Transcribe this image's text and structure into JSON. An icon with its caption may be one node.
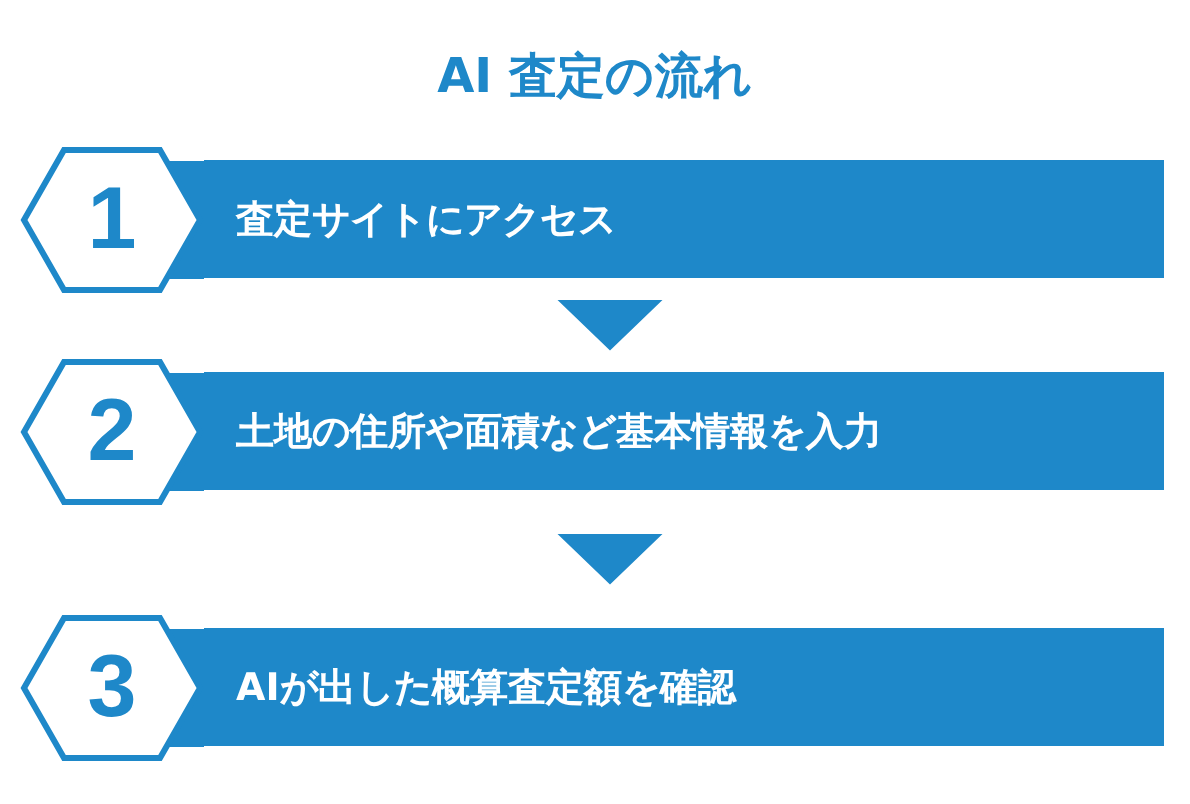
{
  "diagram": {
    "title": "AI 査定の流れ",
    "nodes": [
      {
        "text": [
          "1"
        ]
      },
      {
        "text": [
          "査定サイトにアクセス"
        ]
      },
      {
        "text": [
          "2"
        ]
      },
      {
        "text": [
          "土地の住所や面積など基本情報を入力"
        ]
      },
      {
        "text": [
          "3"
        ]
      },
      {
        "text": [
          "AIが出した概算査定額を確認"
        ]
      }
    ],
    "edges": [
      {
        "from": 1,
        "to": 3,
        "arrow": "to"
      },
      {
        "from": 3,
        "to": 5,
        "arrow": "to"
      }
    ]
  }
}
